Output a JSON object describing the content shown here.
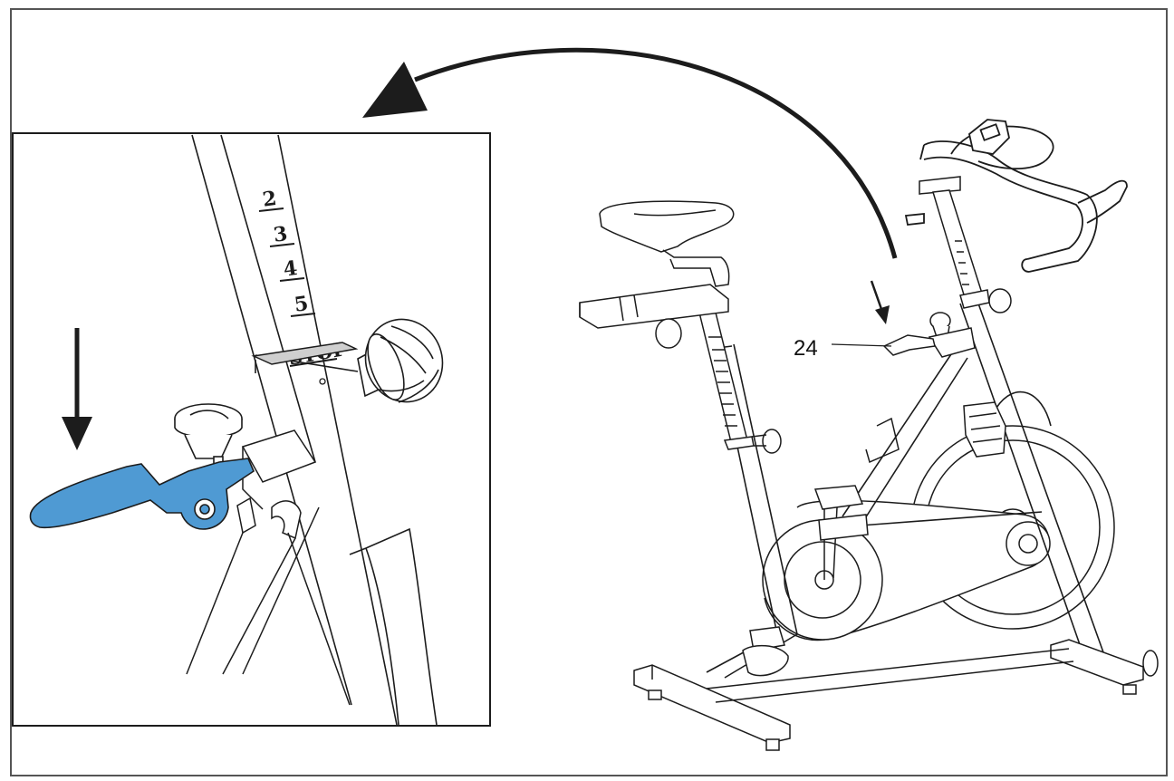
{
  "colors": {
    "line": "#1c1c1c",
    "lever_highlight": "#4f9ad3",
    "frame_border": "#555555",
    "background": "#ffffff"
  },
  "detail_view": {
    "scale_marks": [
      "2",
      "3",
      "4",
      "5"
    ],
    "stop_label": "STOP"
  },
  "callouts": [
    {
      "label": "24"
    }
  ],
  "icons": [
    "down-arrow-icon",
    "curved-arrow-icon"
  ]
}
